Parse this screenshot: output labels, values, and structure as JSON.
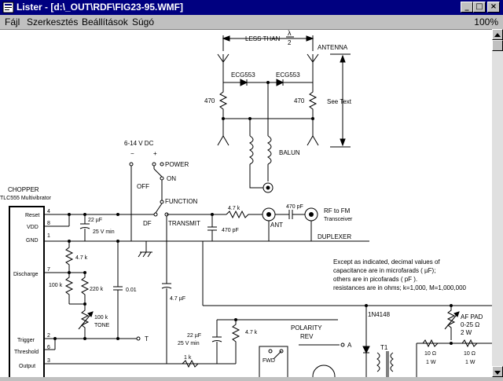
{
  "window": {
    "title": "Lister - [d:\\_OUT\\RDF\\FIG23-95.WMF]",
    "minimize_label": "_",
    "maximize_label": "□",
    "close_label": "×"
  },
  "menu": {
    "items": [
      "Fájl",
      "Szerkesztés",
      "Beállítások",
      "Súgó"
    ],
    "zoom": "100%"
  },
  "schematic": {
    "less_than": "LESS THAN",
    "lambda": "λ",
    "two": "2",
    "antenna": "ANTENNA",
    "diode_left": "ECG553",
    "diode_right": "ECG553",
    "r470_left": "470",
    "r470_right": "470",
    "see_text": "See Text",
    "balun": "BALUN",
    "supply": "6-14 V DC",
    "minus": "−",
    "plus": "+",
    "power": "POWER",
    "on": "ON",
    "off": "OFF",
    "function": "FUNCTION",
    "chopper": "CHOPPER",
    "ic": "TLC555 Multivibrator",
    "pin_reset": "Reset",
    "pin_vdd": "VDD",
    "pin_gnd": "GND",
    "pin_discharge": "Discharge",
    "pin_trigger": "Trigger",
    "pin_threshold": "Threshold",
    "pin_output": "Output",
    "pin4": "4",
    "pin8": "8",
    "pin1": "1",
    "pin7": "7",
    "pin2": "2",
    "pin6": "6",
    "pin3": "3",
    "c22_top": "22 µF",
    "c22_top_v": "25 V min",
    "df": "DF",
    "transmit": "TRANSMIT",
    "r47k_top": "4.7 k",
    "c470_pf_a": "470 pF",
    "c470_pf_b": "470 pF",
    "ant": "ANT",
    "rf_to_fm": "RF to FM",
    "transceiver": "Transceiver",
    "duplexer": "DUPLEXER",
    "r47k_left": "4.7 k",
    "r100k": "100 k",
    "r220k": "220 k",
    "c001": "0.01",
    "pot100k": "100 k",
    "tone": "TONE",
    "t_label": "T",
    "c47uf": "4.7 µF",
    "note1": "Except as indicated, decimal values of",
    "note2": "capacitance are in microfarads ( µF);",
    "note3": "others are in picofarads ( pF ).",
    "note4": "resistances are in ohms; k=1,000, M=1,000,000",
    "diode_1n4148": "1N4148",
    "af_pad": "AF PAD",
    "af_pad_val": "0-25 Ω",
    "af_pad_w": "2 W",
    "c22_bottom": "22 µF",
    "c22_bottom_v": "25 V min",
    "r47k_bottom": "4.7 k",
    "polarity": "POLARITY",
    "rev": "REV",
    "fwd": "FWD",
    "a_label": "A",
    "t1_label": "T1",
    "r1k": "1 k",
    "r10_a": "10 Ω",
    "r10_a_w": "1 W",
    "r10_b": "10 Ω",
    "r10_b_w": "1 W"
  }
}
